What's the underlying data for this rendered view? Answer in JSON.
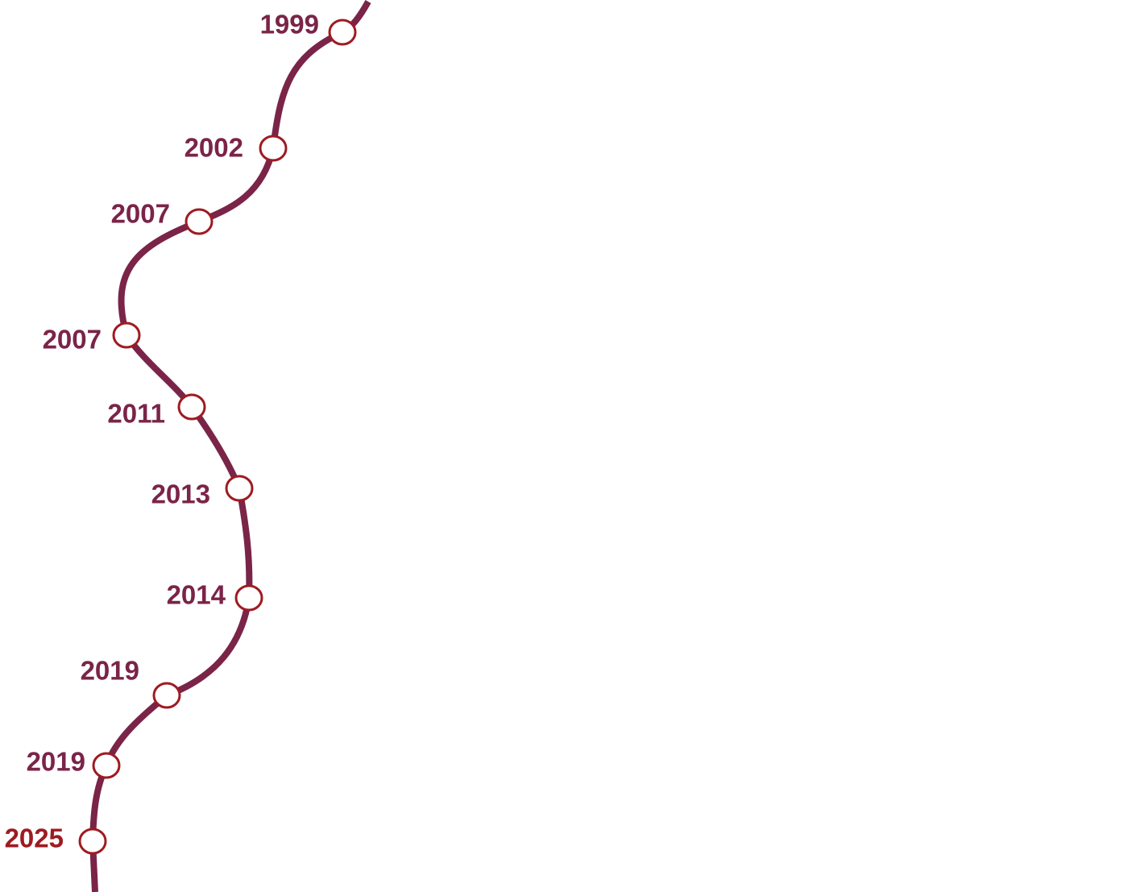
{
  "colors": {
    "path": "#7a2448",
    "node_stroke": "#9e1b22",
    "node_fill": "#ffffff",
    "label": "#7a2448",
    "label_current": "#9e1b22"
  },
  "milestones": [
    {
      "year": "1999"
    },
    {
      "year": "2002"
    },
    {
      "year": "2007"
    },
    {
      "year": "2007"
    },
    {
      "year": "2011"
    },
    {
      "year": "2013"
    },
    {
      "year": "2014"
    },
    {
      "year": "2019"
    },
    {
      "year": "2019"
    },
    {
      "year": "2025",
      "current": true
    }
  ]
}
